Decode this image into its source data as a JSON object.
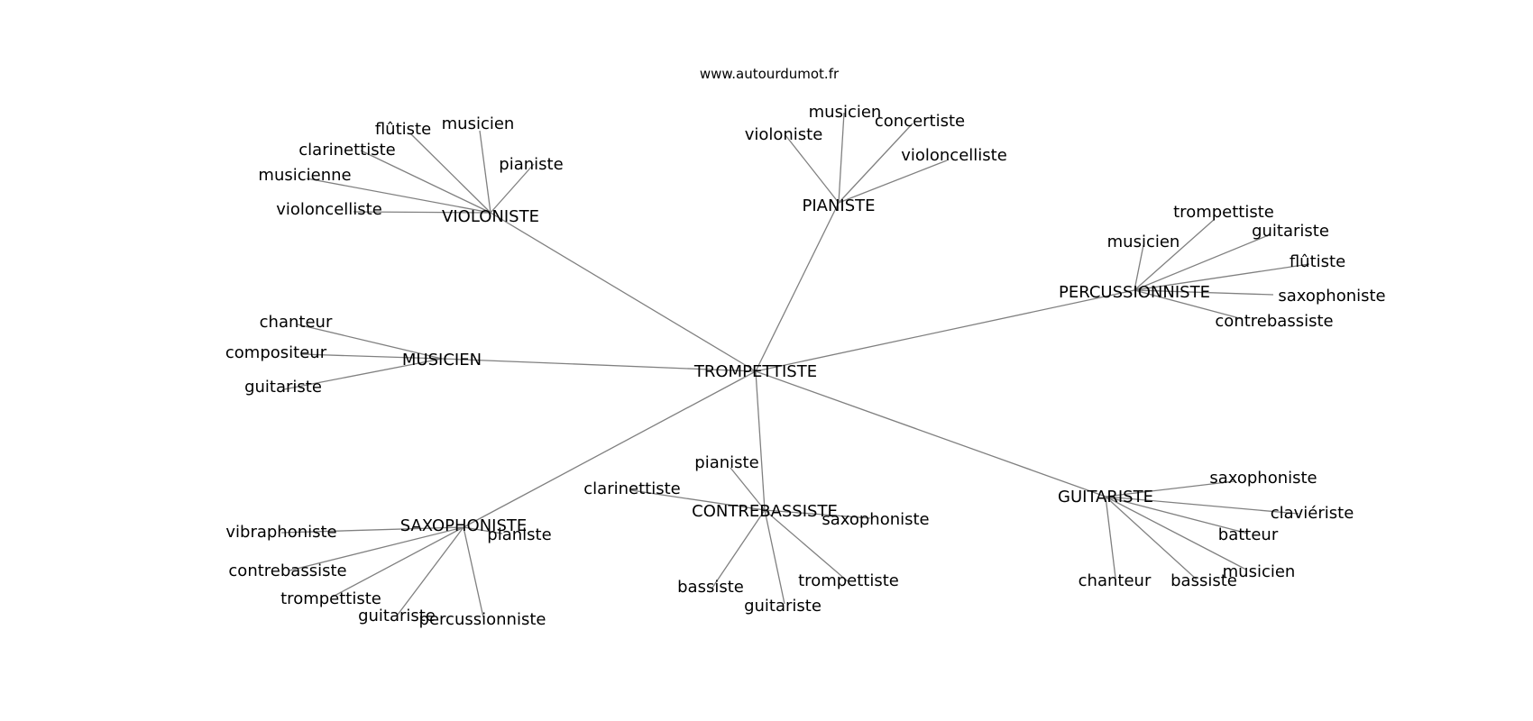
{
  "site": "www.autourdumot.fr",
  "colors": {
    "edge": "#808080",
    "text": "#000000",
    "background": "#ffffff"
  },
  "center": "TROMPETTISTE",
  "clusters": [
    {
      "hub": "VIOLONISTE",
      "leaves": [
        "musicien",
        "flûtiste",
        "clarinettiste",
        "musicienne",
        "violoncelliste",
        "pianiste"
      ]
    },
    {
      "hub": "PIANISTE",
      "leaves": [
        "musicien",
        "violoniste",
        "concertiste",
        "violoncelliste"
      ]
    },
    {
      "hub": "PERCUSSIONNISTE",
      "leaves": [
        "trompettiste",
        "musicien",
        "guitariste",
        "flûtiste",
        "saxophoniste",
        "contrebassiste"
      ]
    },
    {
      "hub": "MUSICIEN",
      "leaves": [
        "chanteur",
        "compositeur",
        "guitariste"
      ]
    },
    {
      "hub": "SAXOPHONISTE",
      "leaves": [
        "vibraphoniste",
        "pianiste",
        "contrebassiste",
        "trompettiste",
        "guitariste",
        "percussionniste"
      ]
    },
    {
      "hub": "CONTREBASSISTE",
      "leaves": [
        "pianiste",
        "clarinettiste",
        "saxophoniste",
        "trompettiste",
        "bassiste",
        "guitariste"
      ]
    },
    {
      "hub": "GUITARISTE",
      "leaves": [
        "saxophoniste",
        "claviériste",
        "batteur",
        "musicien",
        "chanteur",
        "bassiste"
      ]
    }
  ]
}
